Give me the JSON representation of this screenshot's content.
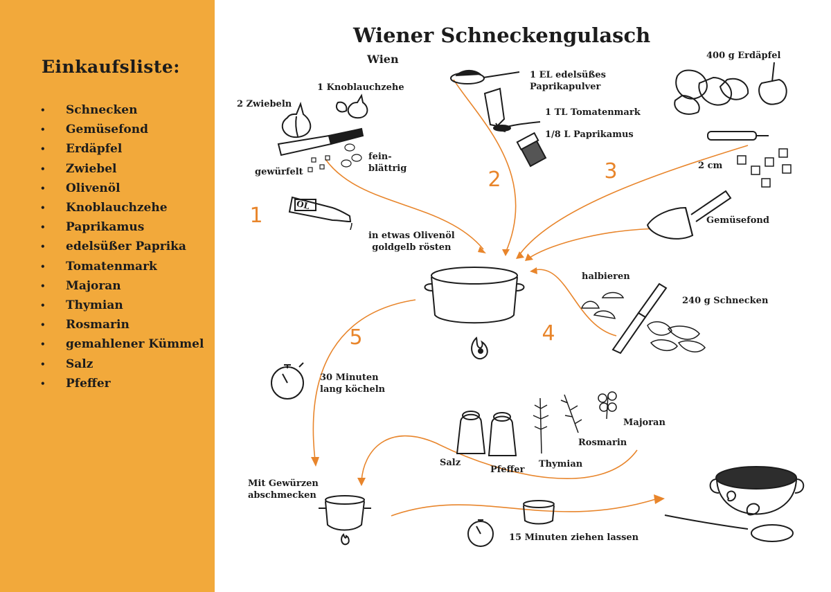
{
  "shopping": {
    "title": "Einkaufsliste:",
    "items": [
      "Schnecken",
      "Gemüsefond",
      "Erdäpfel",
      "Zwiebel",
      "Olivenöl",
      "Knoblauchzehe",
      "Paprikamus",
      "edelsüßer Paprika",
      "Tomatenmark",
      "Majoran",
      "Thymian",
      "Rosmarin",
      "gemahlener Kümmel",
      "Salz",
      "Pfeffer"
    ],
    "bullet": "•"
  },
  "recipe": {
    "title": "Wiener Schneckengulasch",
    "subtitle": "Wien",
    "labels": {
      "zwiebeln": "2 Zwiebeln",
      "knoblauch": "1 Knoblauchzehe",
      "gewuerfelt": "gewürfelt",
      "feinblaettrig": "fein-\nblättrig",
      "oel": "ÖL",
      "roesten": "in etwas Olivenöl\ngoldgelb rösten",
      "paprikapulver": "1 EL edelsüßes\nPaprikapulver",
      "tomatenmark": "1 TL Tomatenmark",
      "paprikamus": "1/8 L Paprikamus",
      "erdaepfel": "400 g Erdäpfel",
      "zwei_cm": "2 cm",
      "gemuesefond": "Gemüsefond",
      "halbieren": "halbieren",
      "schnecken": "240 g Schnecken",
      "koecheln": "30 Minuten\nlang köcheln",
      "salz": "Salz",
      "pfeffer": "Pfeffer",
      "thymian": "Thymian",
      "rosmarin": "Rosmarin",
      "majoran": "Majoran",
      "abschmecken": "Mit Gewürzen\nabschmecken",
      "ziehen": "15 Minuten ziehen lassen"
    },
    "steps": [
      "1",
      "2",
      "3",
      "4",
      "5"
    ]
  },
  "colors": {
    "sidebar": "#f2a93b",
    "accent": "#e8852b",
    "ink": "#1c1c1c"
  }
}
